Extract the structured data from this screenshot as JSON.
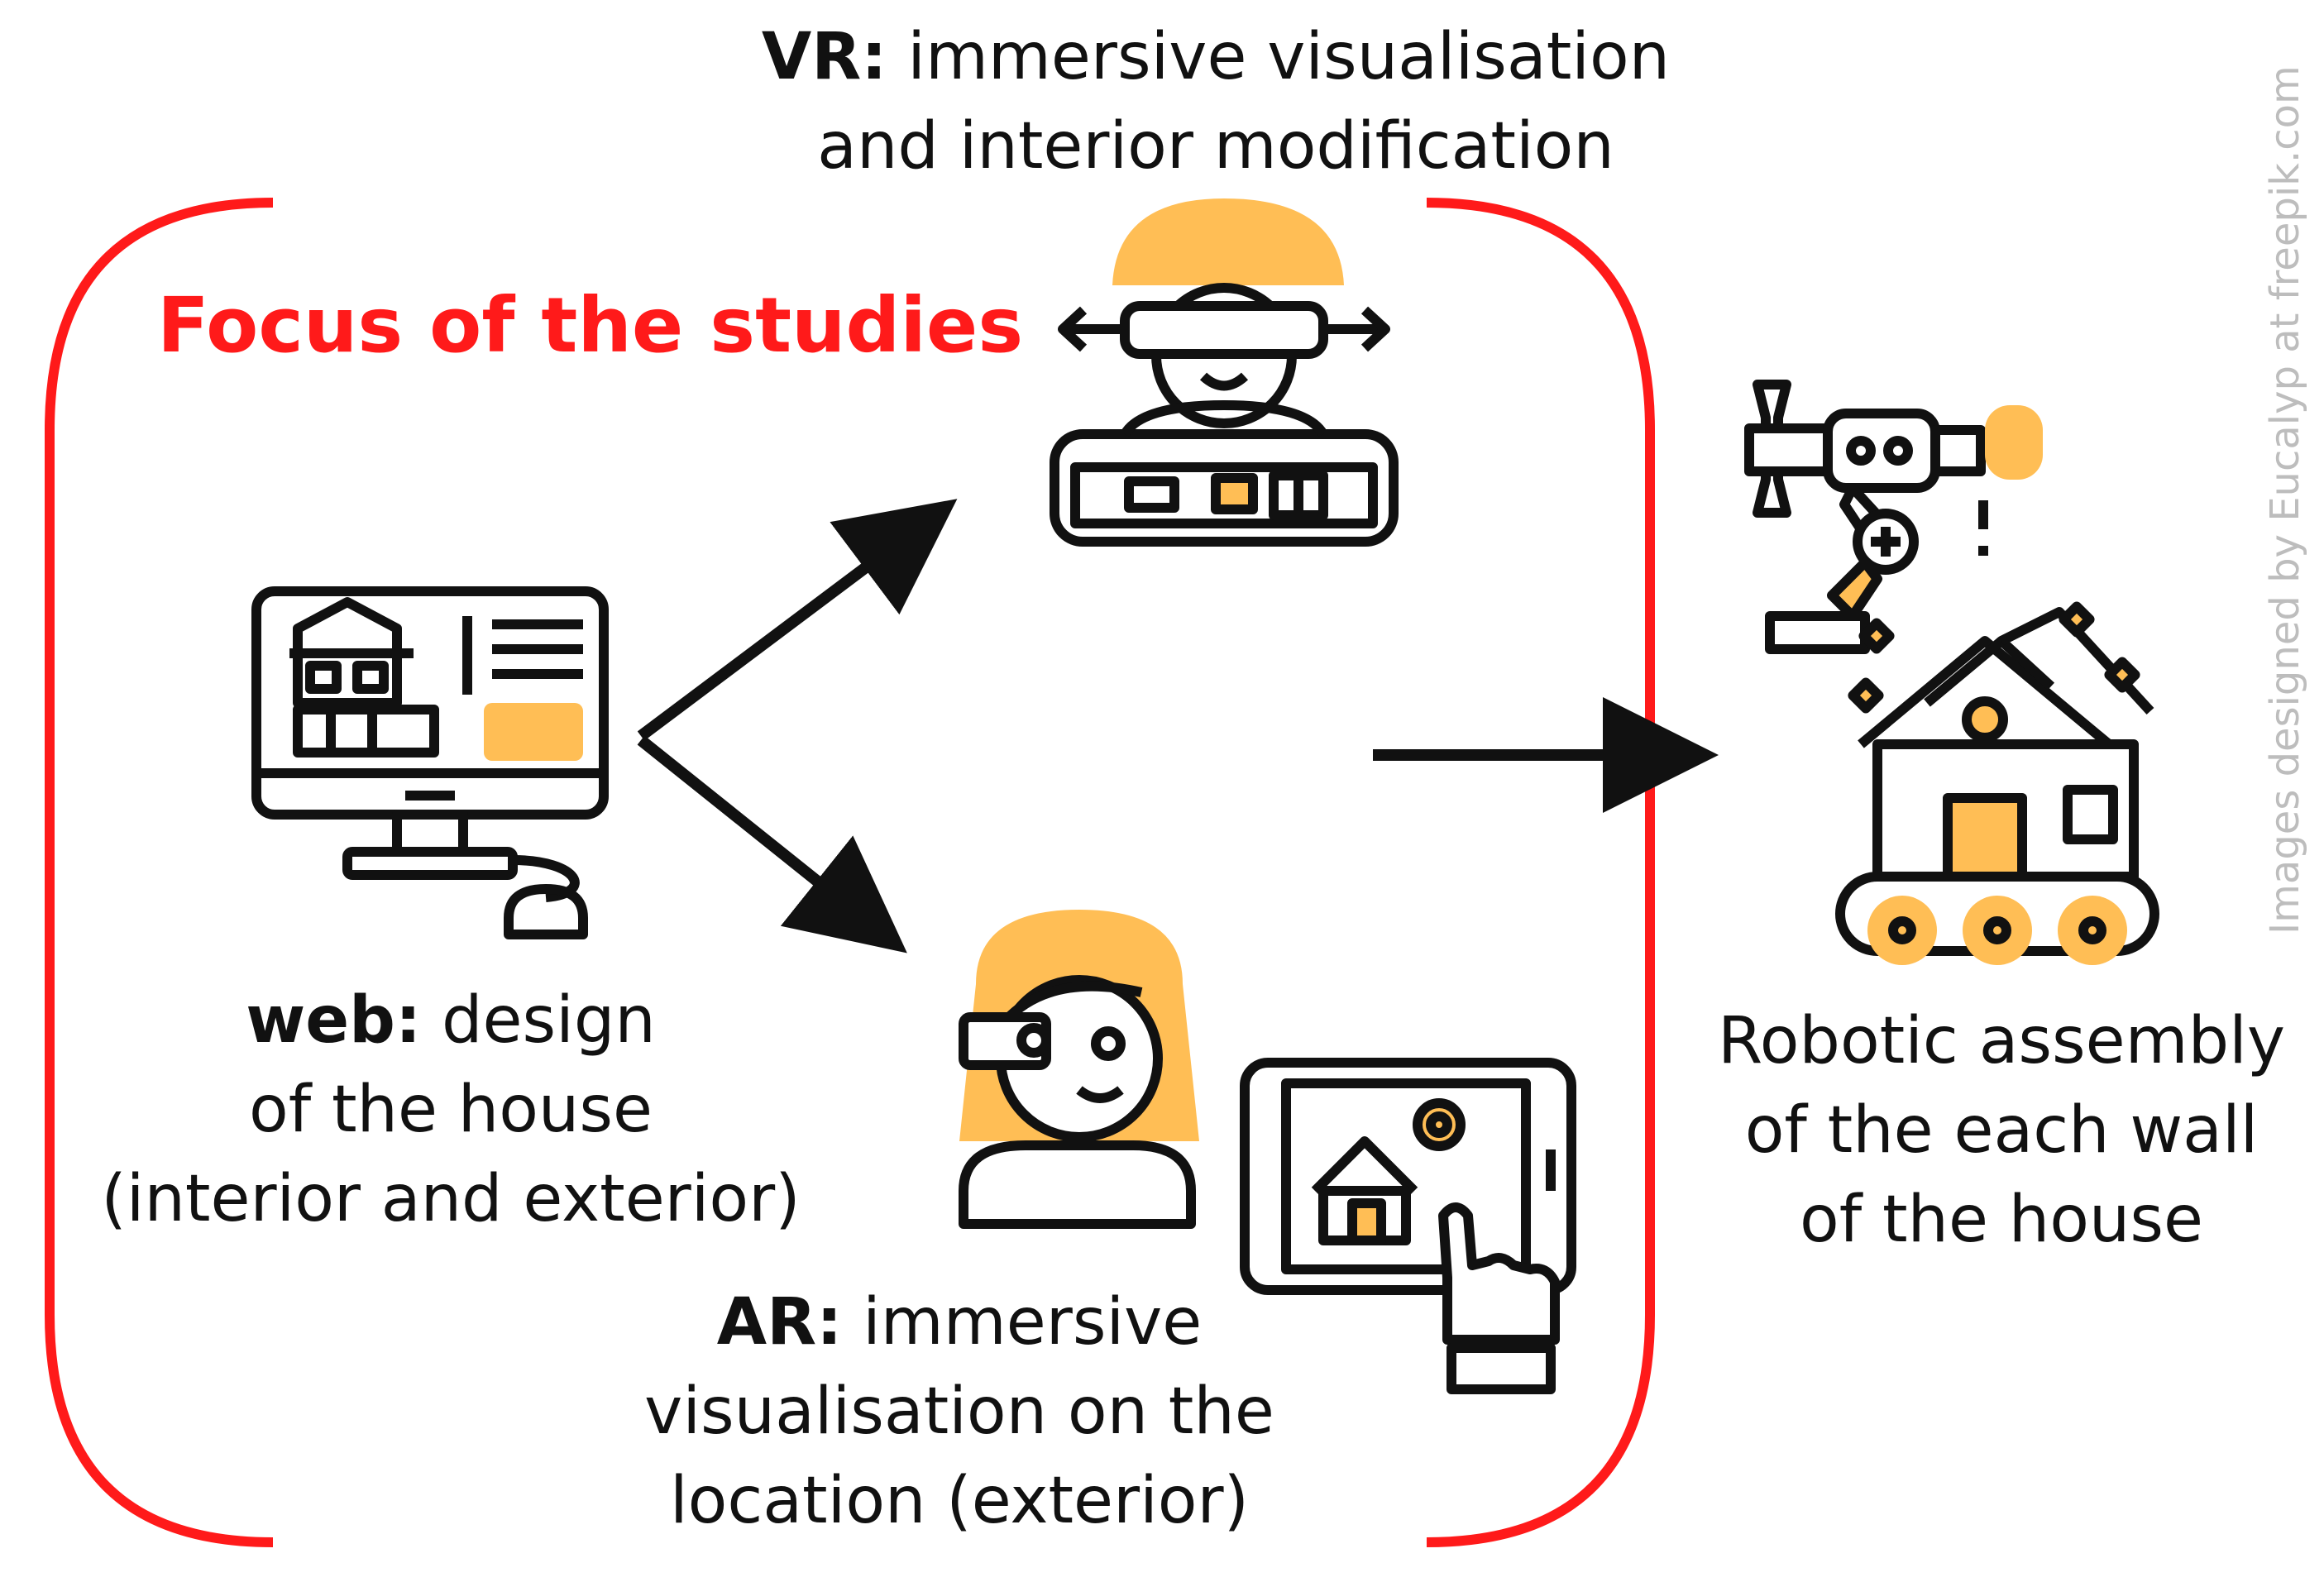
{
  "focus_title": "Focus of the studies",
  "vr": {
    "label_bold": "VR:",
    "line1_rest": " immersive visualisation",
    "line2": "and interior modification"
  },
  "web": {
    "label_bold": "web:",
    "line1_rest": " design",
    "line2": "of the house",
    "line3": "(interior and exterior)"
  },
  "ar": {
    "label_bold": "AR:",
    "line1_rest": " immersive",
    "line2": "visualisation on the",
    "line3": "location (exterior)"
  },
  "robot": {
    "line1": "Robotic assembly",
    "line2": "of the each wall",
    "line3": "of the house"
  },
  "credit": "Images designed by Eucalyp at freepik.com",
  "colors": {
    "accent": "#ff1a1a",
    "icon_fill": "#ffbe55",
    "ink": "#111111",
    "credit": "#bdbdbd"
  },
  "icons": [
    "computer-house-design-icon",
    "vr-headset-person-icon",
    "ar-glasses-woman-tablet-icon",
    "robot-arm-house-assembly-icon"
  ]
}
